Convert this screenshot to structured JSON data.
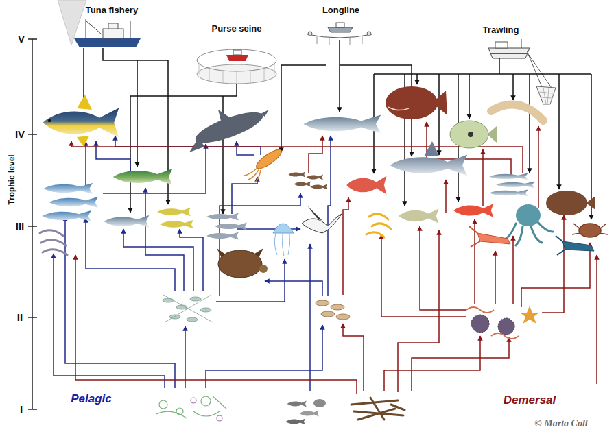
{
  "diagram": {
    "labels": [
      "Tuna fishery",
      "Purse seine",
      "Longline",
      "Trawling",
      "V",
      "IV",
      "Trophic level",
      "III",
      "II",
      "I",
      "Pelagic",
      "Demersal",
      "© Marta Coll"
    ]
  }
}
